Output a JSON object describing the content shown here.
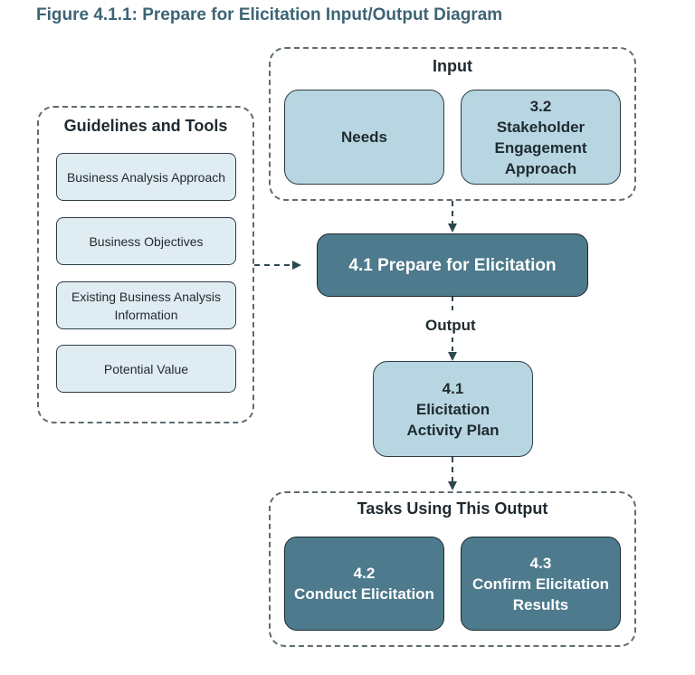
{
  "figure": {
    "title": "Figure 4.1.1: Prepare for Elicitation Input/Output Diagram"
  },
  "guidelines": {
    "title": "Guidelines and Tools",
    "items": [
      {
        "lines": [
          "Business Analysis Approach"
        ]
      },
      {
        "lines": [
          "Business Objectives"
        ]
      },
      {
        "lines": [
          "Existing Business Analysis",
          "Information"
        ]
      },
      {
        "lines": [
          "Potential Value"
        ]
      }
    ]
  },
  "input": {
    "title": "Input",
    "items": [
      {
        "lines": [
          "Needs"
        ]
      },
      {
        "lines": [
          "3.2",
          "Stakeholder",
          "Engagement",
          "Approach"
        ]
      }
    ]
  },
  "task": {
    "label": "4.1 Prepare for Elicitation"
  },
  "output": {
    "label": "Output",
    "item": {
      "lines": [
        "4.1",
        "Elicitation",
        "Activity Plan"
      ]
    }
  },
  "tasks_using_output": {
    "title": "Tasks Using This Output",
    "items": [
      {
        "lines": [
          "4.2",
          "Conduct Elicitation"
        ]
      },
      {
        "lines": [
          "4.3",
          "Confirm Elicitation",
          "Results"
        ]
      }
    ]
  },
  "colors": {
    "title_color": "#3d6475",
    "light_box": "#b7d6e1",
    "pale_box": "#dfedf3",
    "dark_box": "#4d7a8c",
    "dashed_border": "#5f6b72"
  }
}
